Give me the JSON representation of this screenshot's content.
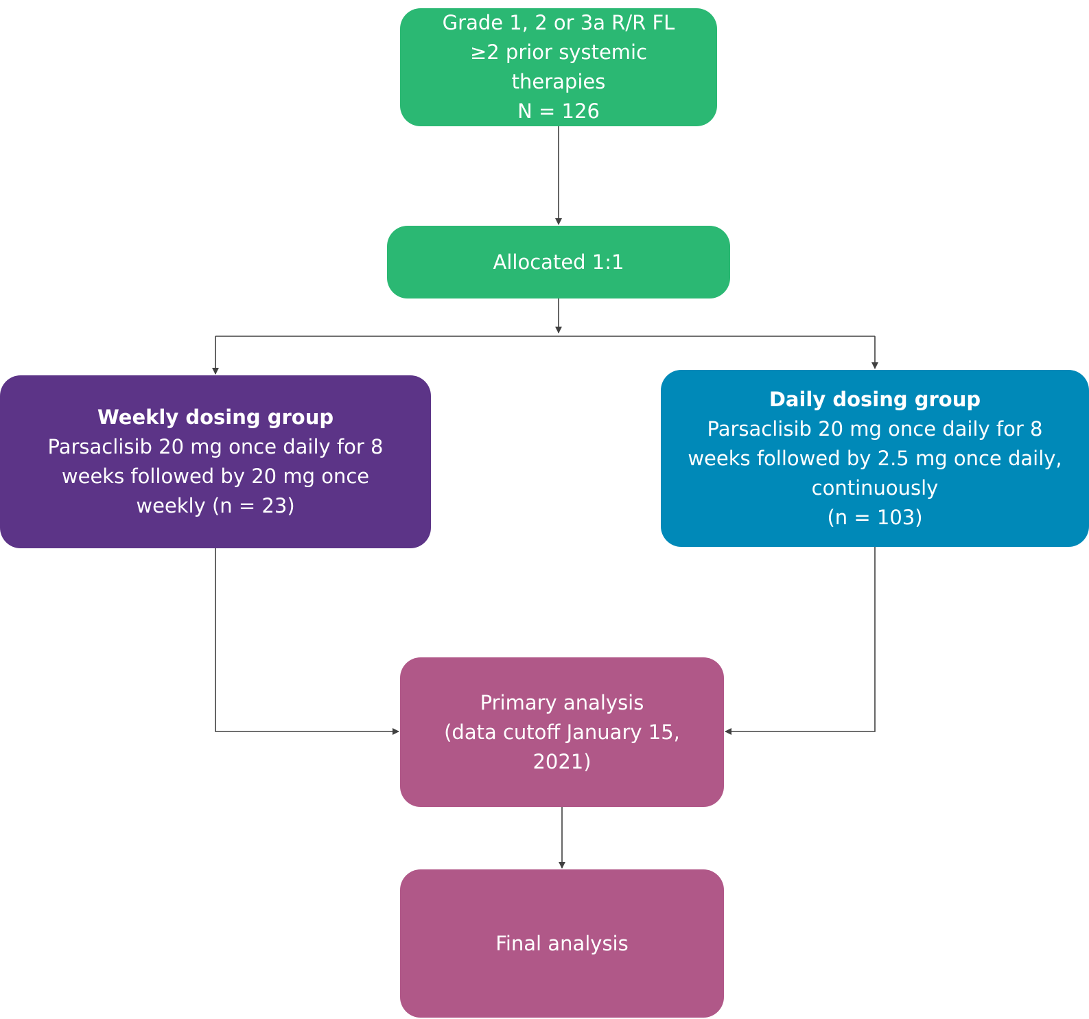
{
  "colors": {
    "green": "#2bb873",
    "purple": "#5c3487",
    "blue": "#0089b8",
    "magenta": "#b05888",
    "line": "#404040"
  },
  "nodes": {
    "start": {
      "lines": [
        "Grade 1, 2 or 3a R/R FL",
        "≥2 prior systemic",
        "therapies",
        "N = 126"
      ]
    },
    "allocated": {
      "lines": [
        "Allocated 1:1"
      ]
    },
    "weekly": {
      "heading": "Weekly dosing group",
      "lines": [
        "Parsaclisib 20 mg once daily for 8",
        "weeks followed by 20 mg once",
        "weekly (n = 23)"
      ]
    },
    "daily": {
      "heading": "Daily dosing group",
      "lines": [
        "Parsaclisib 20 mg once daily for 8",
        "weeks followed by 2.5 mg once daily,",
        "continuously",
        "(n = 103)"
      ]
    },
    "primary": {
      "lines": [
        "Primary analysis",
        "(data cutoff January 15,",
        "2021)"
      ]
    },
    "final": {
      "lines": [
        "Final analysis"
      ]
    }
  }
}
